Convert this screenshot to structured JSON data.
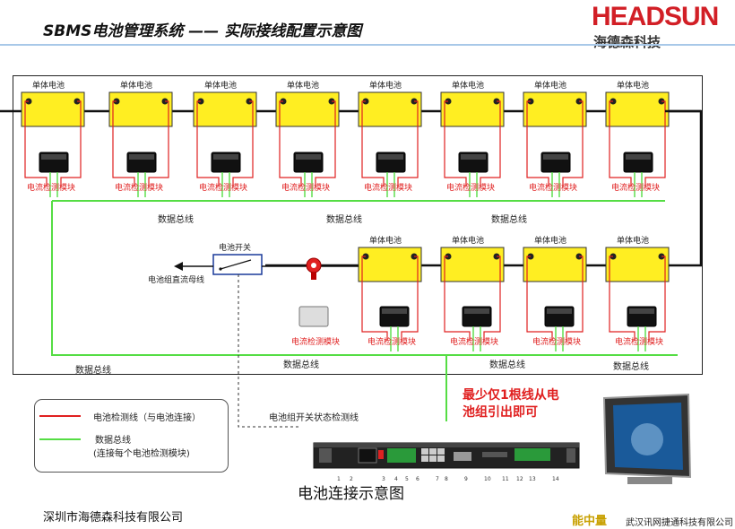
{
  "header": {
    "title": "SBMS电池管理系统 —— 实际接线配置示意图",
    "logo_main": "HEADSUN",
    "logo_sub": "海德森科技"
  },
  "diagram": {
    "top_row_battery_labels": [
      "单体电池",
      "单体电池",
      "单体电池",
      "单体电池",
      "单体电池",
      "单体电池",
      "单体电池",
      "单体电池"
    ],
    "top_row_module_labels": [
      "电流检测模块",
      "电流检测模块",
      "电流检测模块",
      "电流检测模块",
      "电流检测模块",
      "电流检测模块",
      "电流检测模块",
      "电流检测模块"
    ],
    "bottom_row_battery_labels": [
      "单体电池",
      "单体电池",
      "单体电池",
      "单体电池"
    ],
    "bottom_row_module_labels": [
      "电流检测模块",
      "电流检测模块",
      "电流检测模块",
      "电流检测模块"
    ],
    "bus_labels_top": [
      "数据总线",
      "数据总线",
      "数据总线"
    ],
    "bus_labels_bottom": [
      "数据总线",
      "数据总线",
      "数据总线",
      "数据总线"
    ],
    "switch_label": "电池开关",
    "dc_bus_label": "电池组直流母线",
    "sensor_module_label": "电流检测模块",
    "switch_detect_label": "电池组开关状态检测线",
    "caption": "电池连接示意图",
    "callout_line1": "最少仅1根线从电",
    "callout_line2": "池组引出即可",
    "port_numbers": [
      "1",
      "2",
      "3",
      "4",
      "5",
      "6",
      "7",
      "8",
      "9",
      "10",
      "11",
      "12",
      "13",
      "14"
    ]
  },
  "legend": {
    "red_line_label": "电池检测线（与电池连接）",
    "green_line_label": "数据总线",
    "green_line_sub": "(连接每个电池检测模块)"
  },
  "footer": {
    "company": "深圳市海德森科技有限公司",
    "watermark": "能中量",
    "corner_text": "武汉讯网捷通科技有限公司"
  },
  "colors": {
    "battery": "#ffee22",
    "sense_line": "#e02020",
    "bus_line": "#55dd44",
    "brand": "#d21f26"
  }
}
